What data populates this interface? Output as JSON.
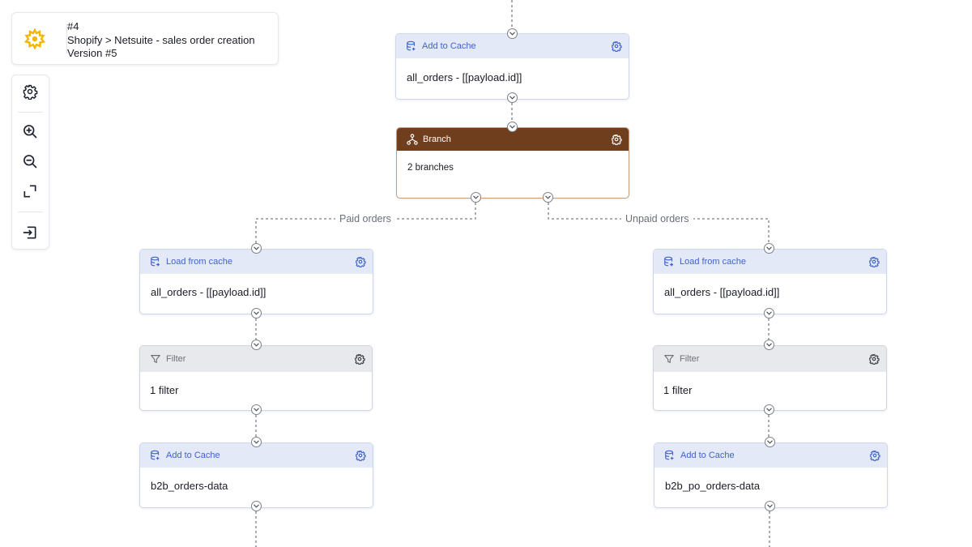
{
  "workflow": {
    "number": "#4",
    "name": "Shopify > Netsuite - sales order creation",
    "version": "Version #5"
  },
  "toolbar": {
    "settings": "gear-icon",
    "zoom_in": "zoom-in-icon",
    "zoom_out": "zoom-out-icon",
    "fit_view": "fit-view-icon",
    "exit": "exit-icon"
  },
  "edges": {
    "paid_label": "Paid orders",
    "unpaid_label": "Unpaid orders"
  },
  "nodes": {
    "top_cache": {
      "type": "Add to Cache",
      "body": "all_orders - [[payload.id]]"
    },
    "branch": {
      "type": "Branch",
      "body": "2 branches"
    },
    "left_load": {
      "type": "Load from cache",
      "body": "all_orders - [[payload.id]]"
    },
    "left_filter": {
      "type": "Filter",
      "body": "1 filter"
    },
    "left_cache": {
      "type": "Add to Cache",
      "body": "b2b_orders-data"
    },
    "right_load": {
      "type": "Load from cache",
      "body": "all_orders - [[payload.id]]"
    },
    "right_filter": {
      "type": "Filter",
      "body": "1 filter"
    },
    "right_cache": {
      "type": "Add to Cache",
      "body": "b2b_po_orders-data"
    }
  },
  "colors": {
    "cache_header": "#e4e9f8",
    "cache_text": "#3f63c9",
    "filter_header": "#e8e9ec",
    "branch_header": "#6f3e1c"
  }
}
